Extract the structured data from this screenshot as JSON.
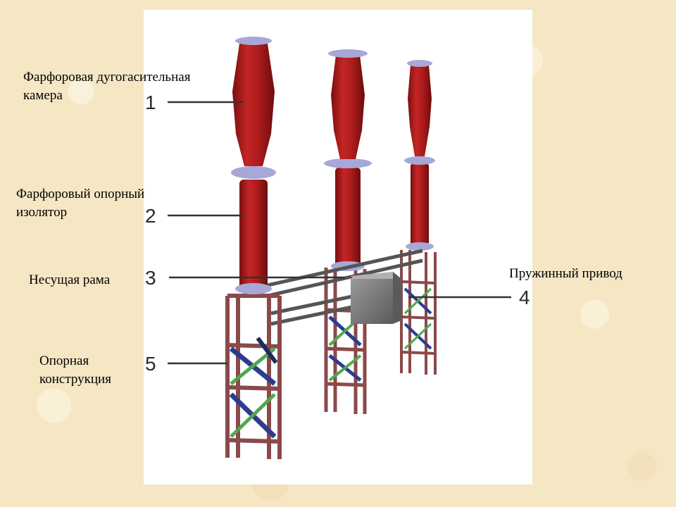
{
  "labels": {
    "chamber_line1": "Фарфоровая дугогасительная",
    "chamber_line2": "камера",
    "insulator_line1": "Фарфоровый опорный",
    "insulator_line2": "изолятор",
    "frame": "Несущая рама",
    "drive": "Пружинный привод",
    "support_line1": "Опорная",
    "support_line2": "конструкция"
  },
  "markers": {
    "n1": "1",
    "n2": "2",
    "n3": "3",
    "n4": "4",
    "n5": "5"
  },
  "colors": {
    "porcelain": "#b81e1e",
    "flange": "#a7a8d8",
    "frame": "#8a4a4a",
    "brace_blue": "#2c3c8e",
    "brace_green": "#4fa84f",
    "drive_box": "#7e7e7e"
  }
}
